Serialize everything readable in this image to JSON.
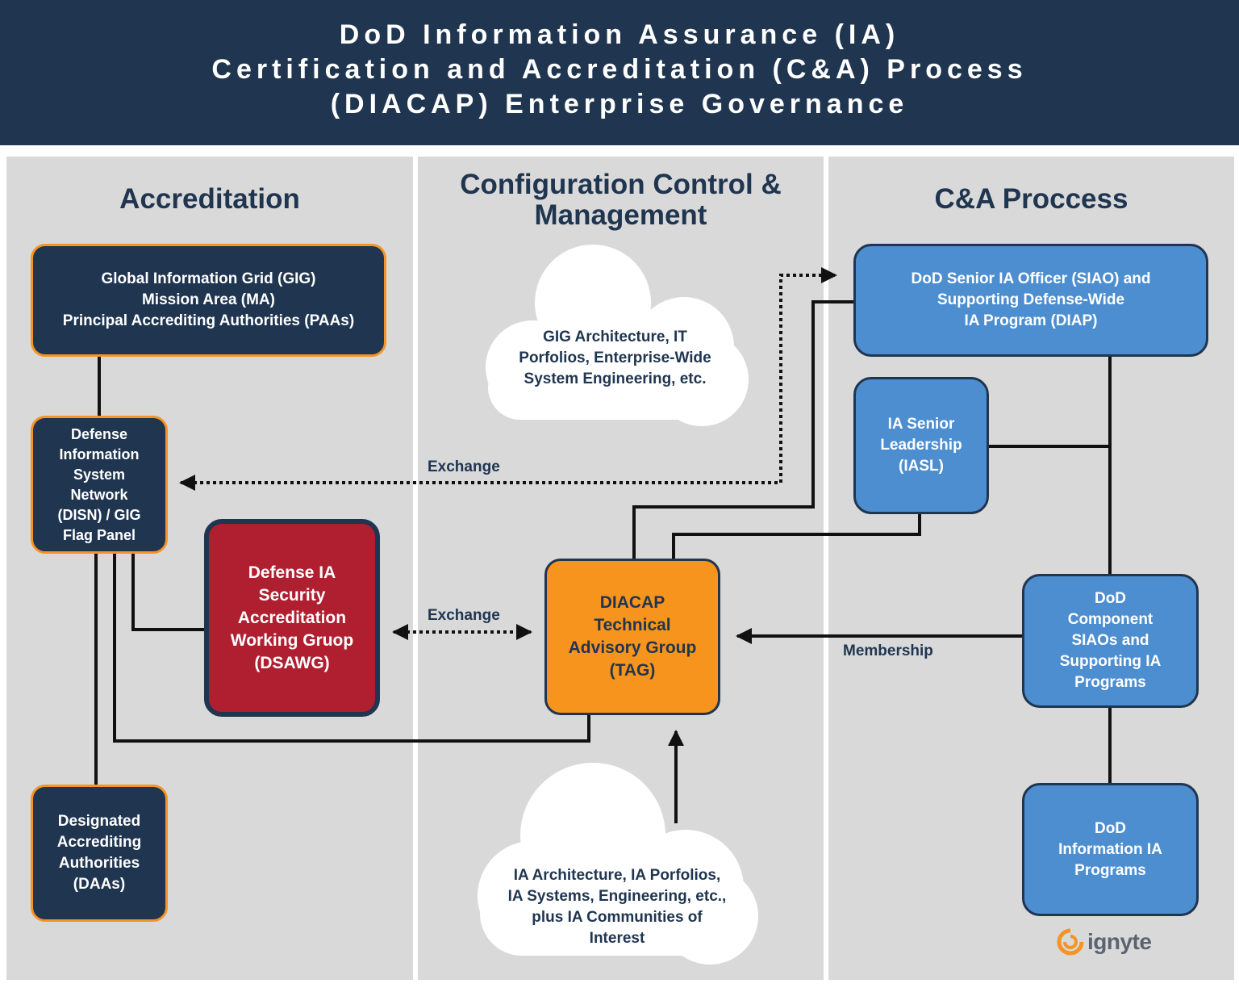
{
  "header": {
    "title_line1": "DoD Information Assurance (IA)",
    "title_line2": "Certification and Accreditation (C&A) Process",
    "title_line3": "(DIACAP) Enterprise Governance"
  },
  "columns": {
    "accreditation": "Accreditation",
    "config_control": "Configuration Control &\nManagement",
    "ca_process": "C&A Proccess"
  },
  "boxes": {
    "gig_paas": "Global Information Grid (GIG)\nMission Area (MA)\nPrincipal Accrediting Authorities (PAAs)",
    "disn": "Defense\nInformation\nSystem\nNetwork\n(DISN) / GIG\nFlag Panel",
    "dsawg": "Defense IA\nSecurity\nAccreditation\nWorking Gruop\n(DSAWG)",
    "daas": "Designated\nAccrediting\nAuthorities\n(DAAs)",
    "tag": "DIACAP\nTechnical\nAdvisory Group\n(TAG)",
    "siao": "DoD Senior IA Officer (SIAO) and\nSupporting Defense-Wide\nIA Program (DIAP)",
    "iasl": "IA Senior\nLeadership\n(IASL)",
    "component": "DoD\nComponent\nSIAOs and\nSupporting IA\nPrograms",
    "info_programs": "DoD\nInformation IA\nPrograms"
  },
  "clouds": {
    "top": "GIG Architecture, IT\nPorfolios, Enterprise-Wide\nSystem Engineering, etc.",
    "bottom": "IA Architecture, IA Porfolios,\nIA Systems, Engineering, etc.,\nplus IA Communities of\nInterest"
  },
  "labels": {
    "exchange_top": "Exchange",
    "exchange_mid": "Exchange",
    "membership": "Membership"
  },
  "logo": {
    "text": "ignyte",
    "icon": "ignyte-logo-icon"
  },
  "colors": {
    "navy": "#1f3550",
    "orange": "#f7941d",
    "blue": "#4d8ed0",
    "red": "#b01f30",
    "column_bg": "#d9d9d9"
  }
}
